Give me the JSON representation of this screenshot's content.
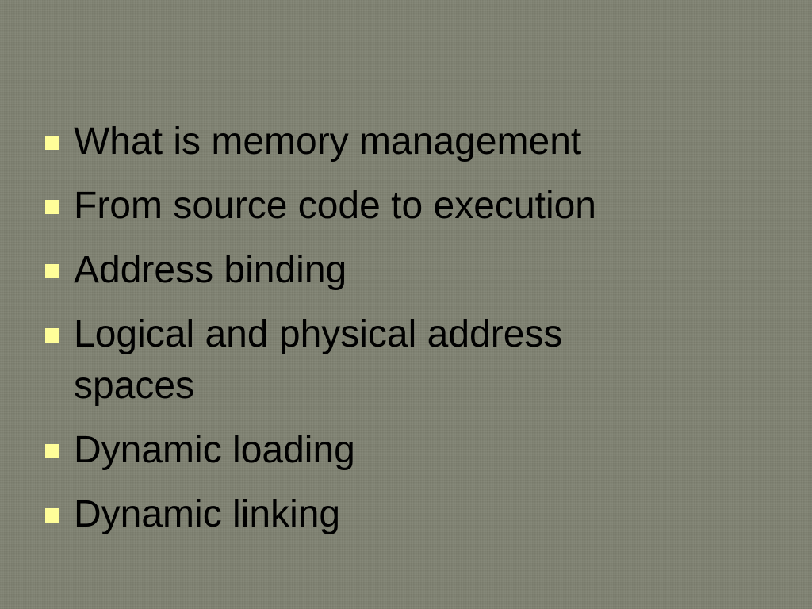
{
  "colors": {
    "background": "#7f8272",
    "bullet": "#fffe99",
    "text": "#000000"
  },
  "bullet_icon": "square-bullet",
  "items": [
    {
      "text": "What is memory management"
    },
    {
      "text": "From source code to execution"
    },
    {
      "text": "Address binding"
    },
    {
      "text": "Logical and physical address spaces"
    },
    {
      "text": "Dynamic loading"
    },
    {
      "text": "Dynamic linking"
    }
  ]
}
